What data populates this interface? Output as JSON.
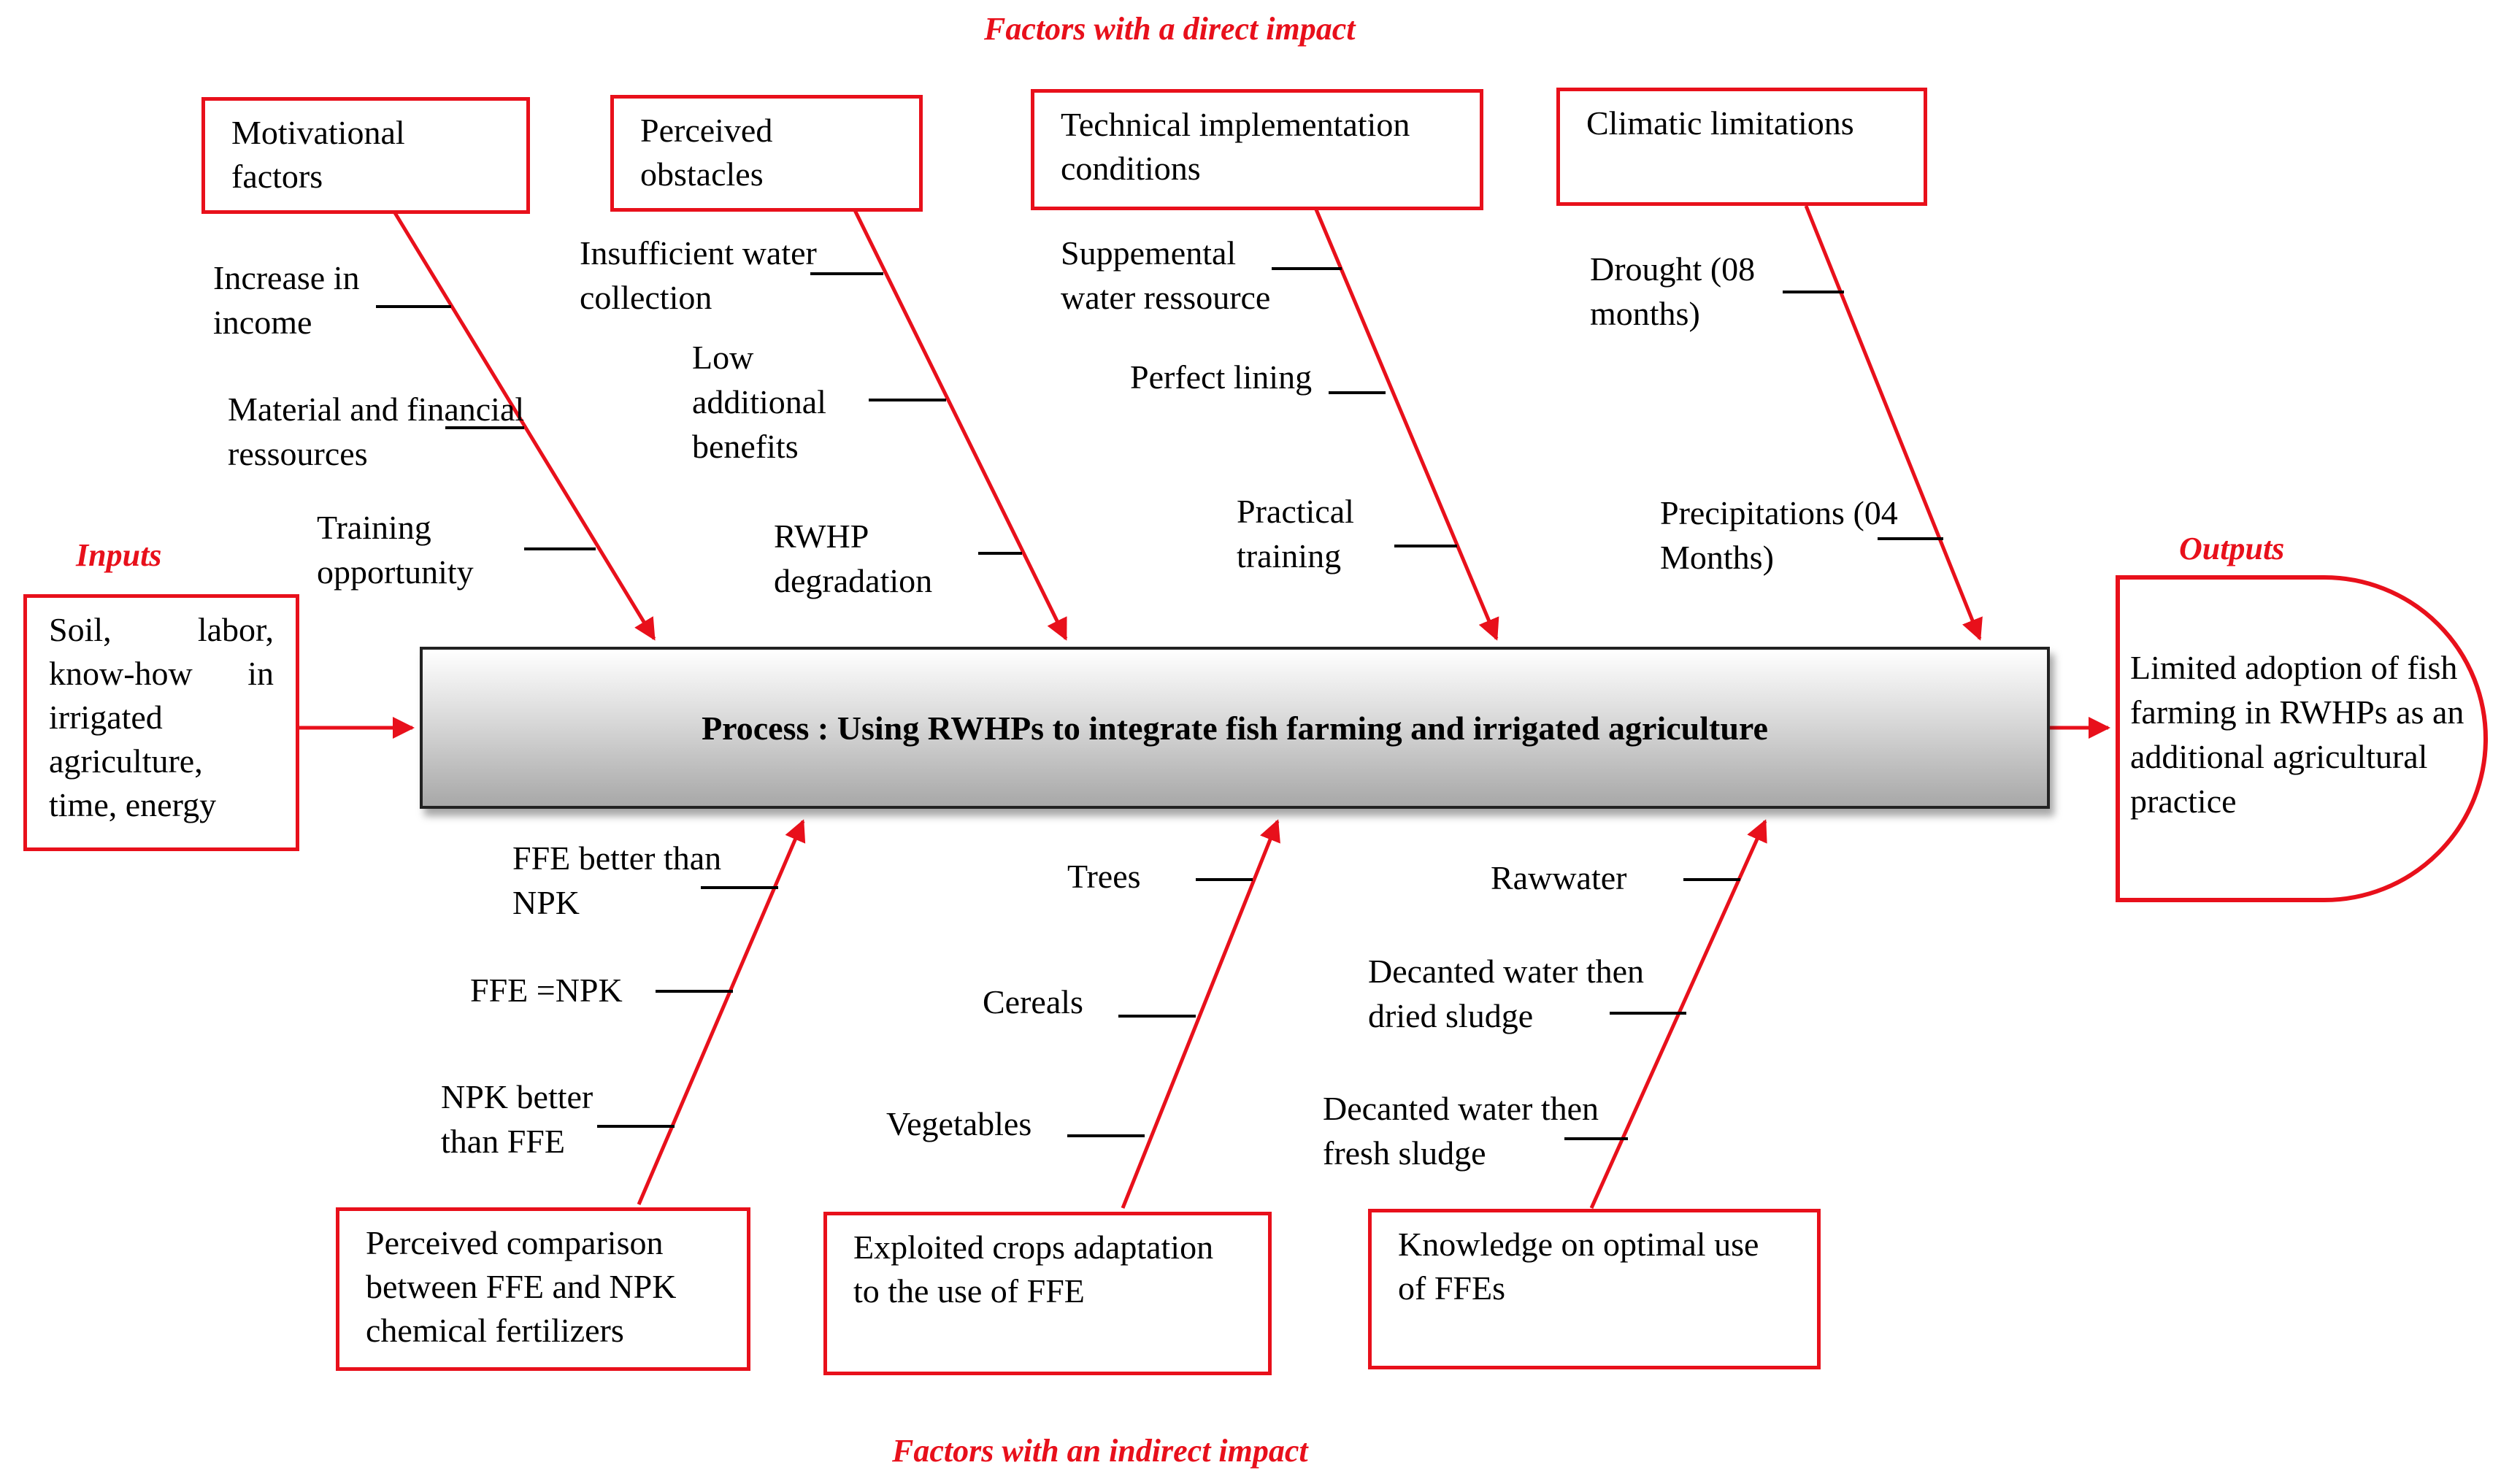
{
  "headers": {
    "direct": "Factors with a direct impact",
    "indirect": "Factors with an indirect impact",
    "inputs": "Inputs",
    "outputs": "Outputs"
  },
  "process": "Process : Using RWHPs to integrate fish farming and irrigated agriculture",
  "inputs_box": "Soil, labor, know-how in irrigated agriculture, time, energy",
  "outputs_box": "Limited adoption of fish farming in RWHPs as an additional agricultural practice",
  "top": [
    {
      "title": "Motivational factors",
      "items": [
        "Increase in income",
        "Material and financial ressources",
        "Training opportunity"
      ]
    },
    {
      "title": "Perceived obstacles",
      "items": [
        "Insufficient water collection",
        "Low additional benefits",
        "RWHP degradation"
      ]
    },
    {
      "title": "Technical implementation conditions",
      "items": [
        "Suppemental water ressource",
        "Perfect lining",
        "Practical training"
      ]
    },
    {
      "title": "Climatic limitations",
      "items": [
        "Drought (08 months)",
        "Precipitations (04 Months)"
      ]
    }
  ],
  "bottom": [
    {
      "title": "Perceived comparison between FFE and NPK chemical fertilizers",
      "items": [
        "FFE better than NPK",
        "FFE =NPK",
        "NPK better than FFE"
      ]
    },
    {
      "title": "Exploited crops adaptation to the use of FFE",
      "items": [
        "Trees",
        "Cereals",
        "Vegetables"
      ]
    },
    {
      "title": "Knowledge on optimal use of FFEs",
      "items": [
        "Rawwater",
        "Decanted water then dried sludge",
        "Decanted water then fresh sludge"
      ]
    }
  ],
  "colors": {
    "accent": "#e8101b",
    "line": "#000000"
  }
}
